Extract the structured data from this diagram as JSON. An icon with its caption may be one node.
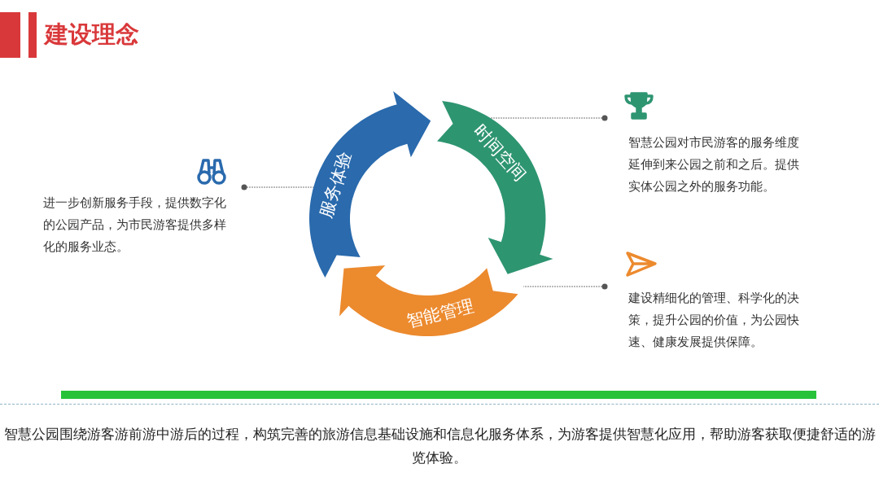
{
  "diagram": {
    "title": "建设理念",
    "nodes": [
      {
        "text": [
          "服务体验"
        ]
      },
      {
        "text": [
          "时间空间"
        ]
      },
      {
        "text": [
          "智能管理"
        ]
      },
      {
        "text": [
          "进一步创新服务手段，提供数字化的公园产品，为市民游客提供多样化的服务业态。"
        ]
      },
      {
        "text": [
          "智慧公园对市民游客的服务维度延伸到来公园之前和之后。提供实体公园之外的服务功能。"
        ]
      },
      {
        "text": [
          "建设精细化的管理、科学化的决策，提升公园的价值，为公园快速、健康发展提供保障。"
        ]
      }
    ],
    "edges": [
      {
        "from": 3,
        "to": 0,
        "arrow": "other"
      },
      {
        "from": 4,
        "to": 1,
        "arrow": "other"
      },
      {
        "from": 5,
        "to": 2,
        "arrow": "other"
      }
    ],
    "caption": "智慧公园围绕游客游前游中游后的过程，构筑完善的旅游信息基础设施和信息化服务体系，为游客提供智慧化应用，帮助游客获取便捷舒适的游览体验。"
  }
}
